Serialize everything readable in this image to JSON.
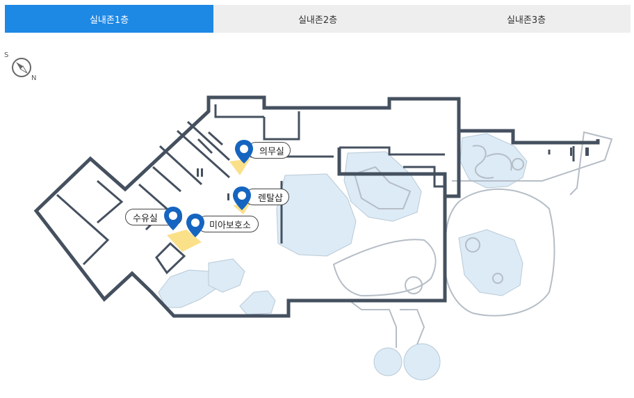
{
  "tabs": [
    {
      "label": "실내존1층",
      "active": true
    },
    {
      "label": "실내존2층",
      "active": false
    },
    {
      "label": "실내존3층",
      "active": false
    }
  ],
  "compass": {
    "south": "S",
    "north": "N"
  },
  "markers": [
    {
      "label": "의무실",
      "icon": "location-pin-icon"
    },
    {
      "label": "렌탈샵",
      "icon": "location-pin-icon"
    },
    {
      "label": "수유실",
      "icon": "location-pin-icon"
    },
    {
      "label": "미아보호소",
      "icon": "location-pin-icon"
    }
  ],
  "colors": {
    "tab_active": "#1e88e5",
    "tab_inactive": "#eeeeee",
    "wall": "#45505f",
    "water": "#dcebf6",
    "highlight": "#fbe08a",
    "pin": "#1565c0"
  }
}
